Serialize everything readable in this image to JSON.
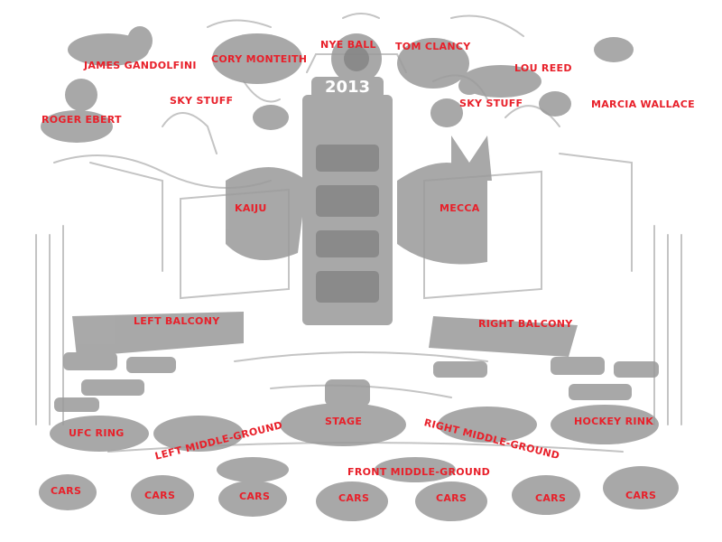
{
  "sketch": {
    "year_text": "2013",
    "label_color": "#e8202a",
    "blob_color": "#9a9a9a",
    "line_color": "#c4c4c4"
  },
  "labels": {
    "james_gandolfini": "JAMES GANDOLFINI",
    "cory_monteith": "CORY MONTEITH",
    "nye_ball": "NYE BALL",
    "tom_clancy": "TOM CLANCY",
    "lou_reed": "LOU REED",
    "roger_ebert": "ROGER EBERT",
    "sky_stuff_left": "SKY STUFF",
    "sky_stuff_right": "SKY STUFF",
    "marcia_wallace": "MARCIA WALLACE",
    "kaiju": "KAIJU",
    "mecca": "MECCA",
    "left_balcony": "LEFT BALCONY",
    "right_balcony": "RIGHT BALCONY",
    "ufc_ring": "UFC RING",
    "stage": "STAGE",
    "left_middle_ground": "LEFT MIDDLE-GROUND",
    "right_middle_ground": "RIGHT MIDDLE-GROUND",
    "hockey_rink": "HOCKEY RINK",
    "front_middle_ground": "FRONT MIDDLE-GROUND",
    "cars": [
      "CARS",
      "CARS",
      "CARS",
      "CARS",
      "CARS",
      "CARS",
      "CARS"
    ]
  }
}
